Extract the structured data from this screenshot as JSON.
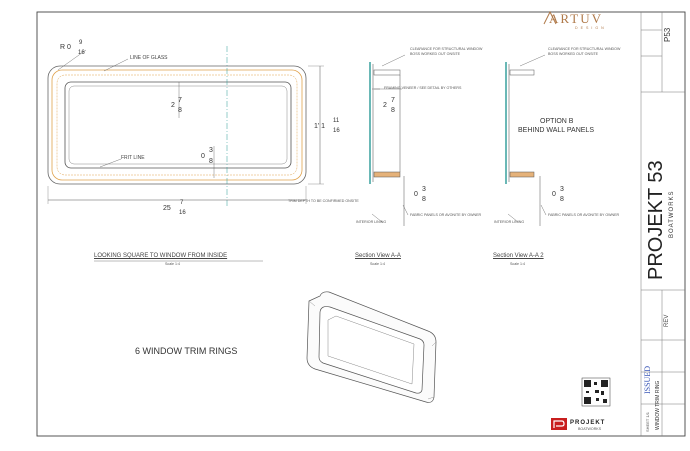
{
  "brand": {
    "logo_text": "ARTUV",
    "logo_sub": "DESIGN",
    "footer_logo": "PROJEKT",
    "footer_logo_sub": "BOATWORKS"
  },
  "plan_view": {
    "line_of_glass": "LINE OF GLASS",
    "frit_line": "FRIT LINE",
    "corner_radius": "R 0",
    "corner_radius_frac": {
      "num": "9",
      "den": "16"
    },
    "height_whole": "1' 1",
    "height_frac": {
      "num": "11",
      "den": "16"
    },
    "width_whole": "25",
    "width_frac": {
      "num": "7",
      "den": "16"
    },
    "inner_dim": "2",
    "inner_frac": {
      "num": "7",
      "den": "8"
    },
    "frit_dim": "0",
    "frit_frac": {
      "num": "3",
      "den": "8"
    },
    "note_bottom": "TRIM DEPTH TO BE CONFIRMED ONSITE",
    "title": "LOOKING SQUARE TO WINDOW FROM INSIDE",
    "scale": "Scale 1:4"
  },
  "section_a": {
    "note_top": "CLEARANCE FOR STRUCTURAL WINDOW BOSS WORKED OUT ONSITE",
    "note_mid": "FRAMING VENEER / SEE DETAIL BY OTHERS",
    "dim": "2",
    "dim_frac": {
      "num": "7",
      "den": "8"
    },
    "bottom_dim": "0",
    "bottom_frac": {
      "num": "3",
      "den": "8"
    },
    "note_panel": "FABRIC PANELS OR AVONITE BY OWNER",
    "note_lining": "INTERIOR LINING",
    "title": "Section View A-A",
    "scale": "Scale 1:4"
  },
  "section_b": {
    "note_top": "CLEARANCE FOR STRUCTURAL WINDOW BOSS WORKED OUT ONSITE",
    "option_title": "OPTION B",
    "option_sub": "BEHIND WALL PANELS",
    "bottom_dim": "0",
    "bottom_frac": {
      "num": "3",
      "den": "8"
    },
    "note_panel": "FABRIC PANELS OR AVONITE BY OWNER",
    "note_lining": "INTERIOR LINING",
    "title": "Section View A-A 2",
    "scale": "Scale 1:4"
  },
  "iso_view": {
    "label": "6 WINDOW TRIM RINGS"
  },
  "title_block": {
    "project_name": "PROJEKT 53",
    "project_sub": "BOATWORKS",
    "rev_label": "REV",
    "status": "ISSUED",
    "sheet_name": "WINDOW TRIM RING",
    "sheet_no": "SHEET 1/1",
    "top_cell": "P53"
  },
  "colors": {
    "line": "#5c5c5c",
    "frit": "#e0a24c",
    "glass": "#2a9a96",
    "border": "#444444",
    "status": "#3a57b7"
  }
}
